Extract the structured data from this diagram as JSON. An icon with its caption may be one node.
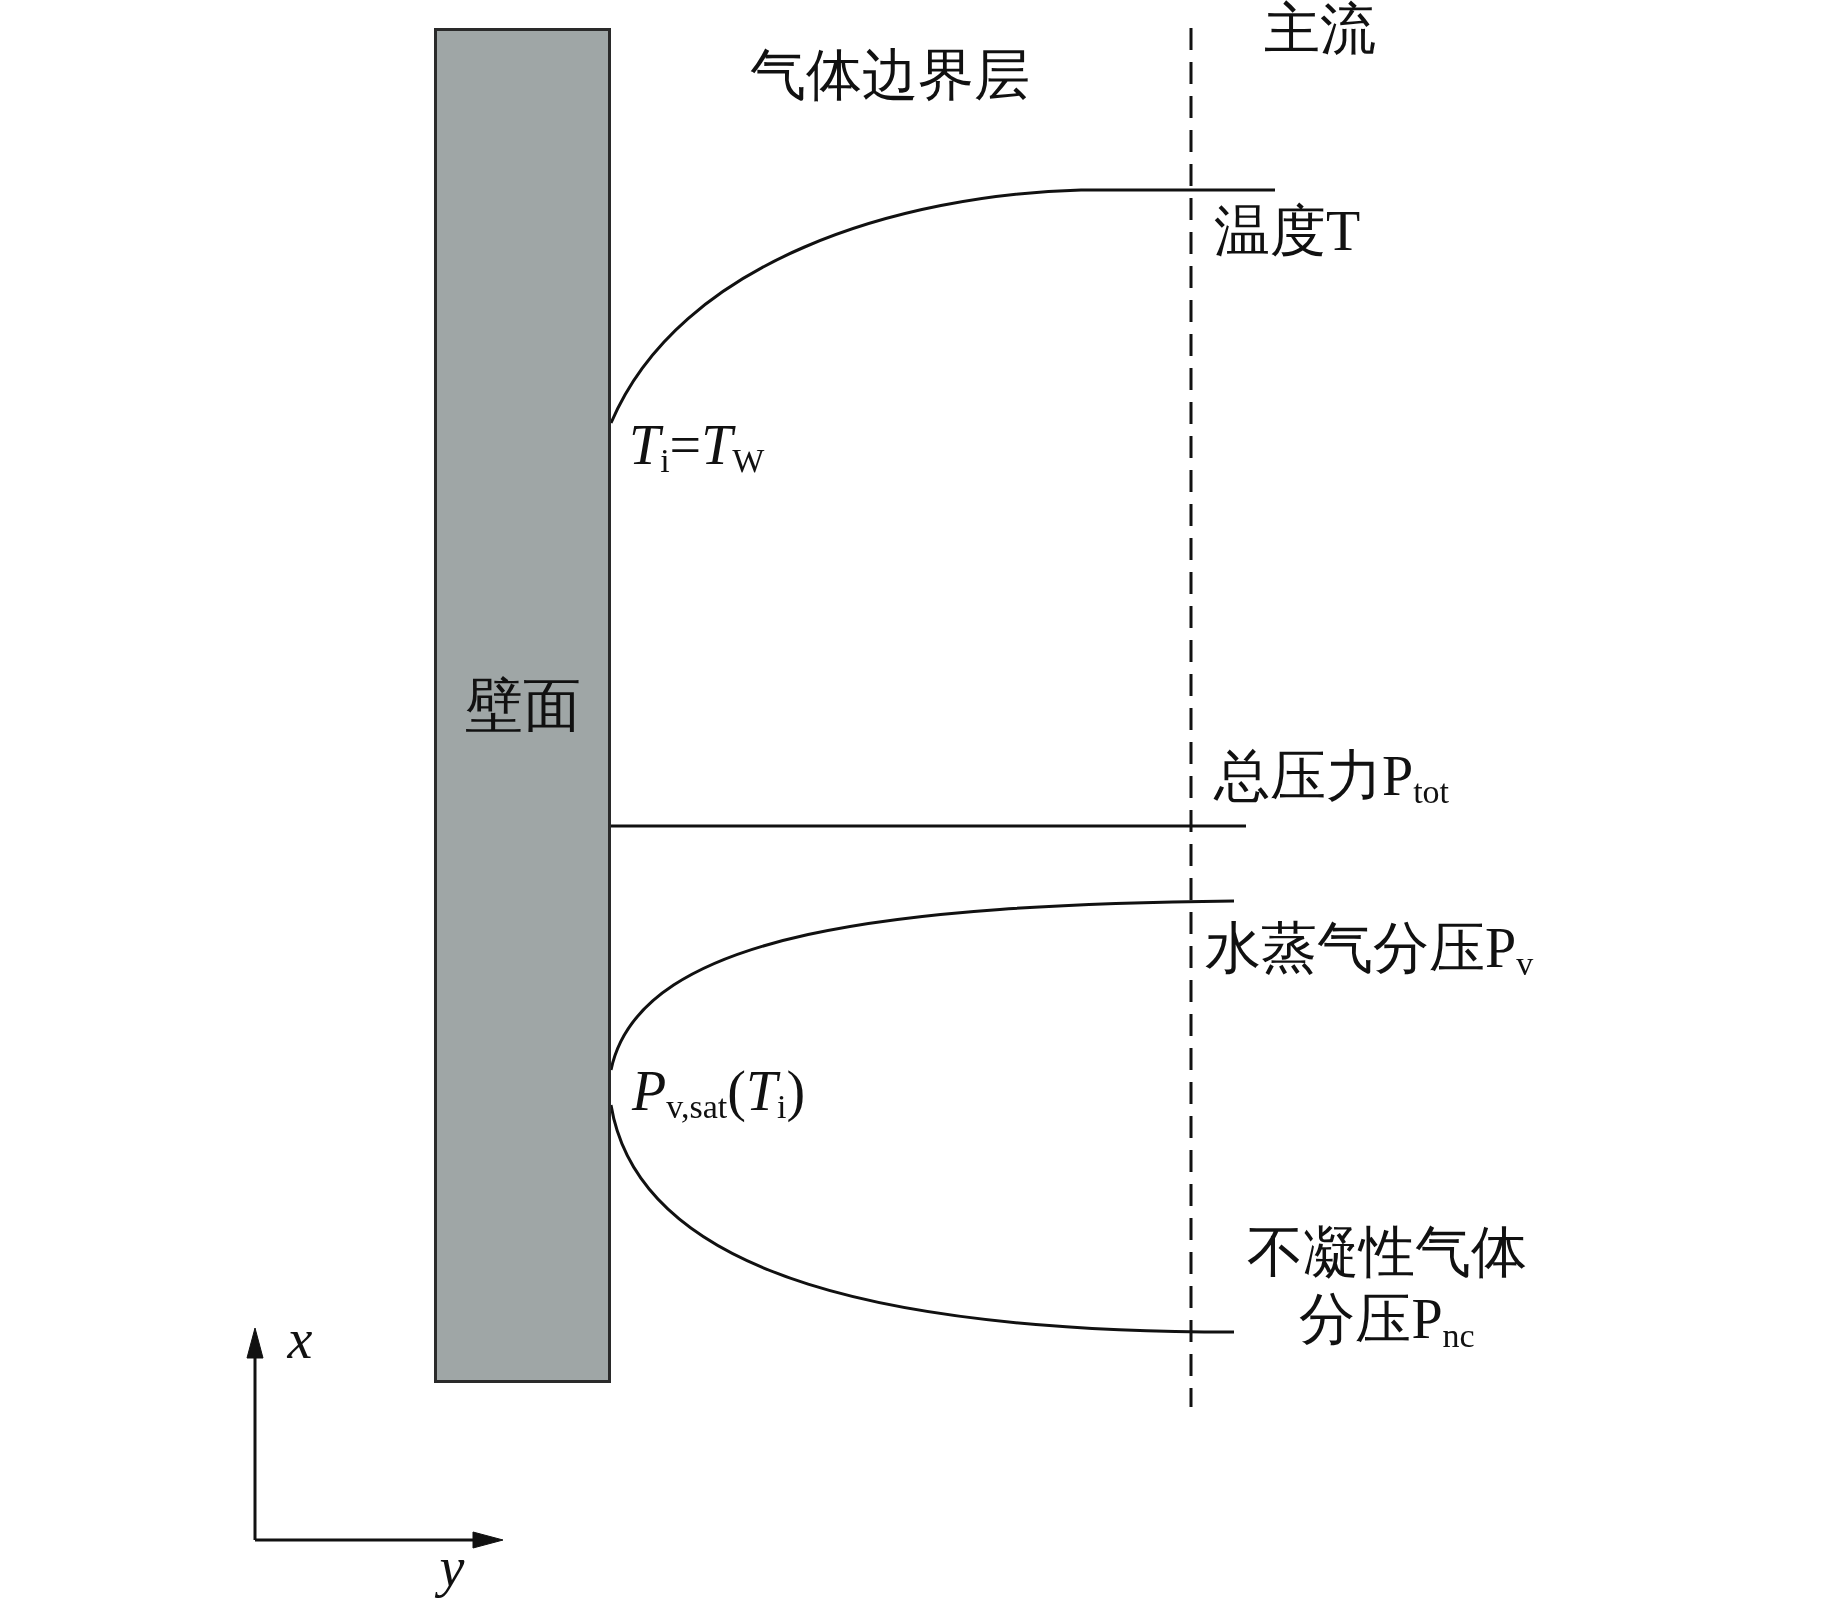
{
  "diagram": {
    "nodes": [
      {
        "text": [
          "壁面"
        ]
      }
    ],
    "labels": [
      "气体边界层",
      "主流",
      "温度T",
      "*T*$_{i}$=*T*$_{W}$",
      "总压力P$_{tot}$",
      "水蒸气分压P$_{v}$",
      "*P*$_{v,sat}$(*T*$_{i}$)",
      "不凝性气体分压P$_{nc}$",
      "x",
      "y"
    ]
  }
}
